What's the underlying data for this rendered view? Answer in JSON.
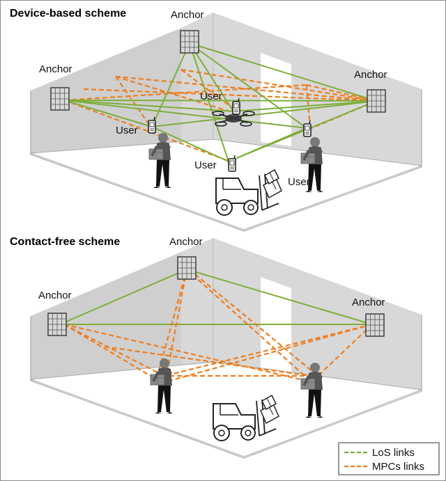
{
  "top_scheme": {
    "title": "Device-based scheme",
    "anchor_labels": [
      "Anchor",
      "Anchor",
      "Anchor"
    ],
    "user_labels": [
      "User",
      "User",
      "User",
      "User"
    ]
  },
  "bottom_scheme": {
    "title": "Contact-free scheme",
    "anchor_labels": [
      "Anchor",
      "Anchor",
      "Anchor"
    ]
  },
  "legend": {
    "los_label": "LoS links",
    "mpc_label": "MPCs links"
  },
  "colors": {
    "los": "#7cae3a",
    "mpc": "#f07c1c",
    "wall": "#d4d4d4",
    "floor": "#ffffff"
  },
  "icons": [
    "anchor-icon",
    "phone-icon",
    "drone-icon",
    "person-icon",
    "forklift-icon"
  ]
}
